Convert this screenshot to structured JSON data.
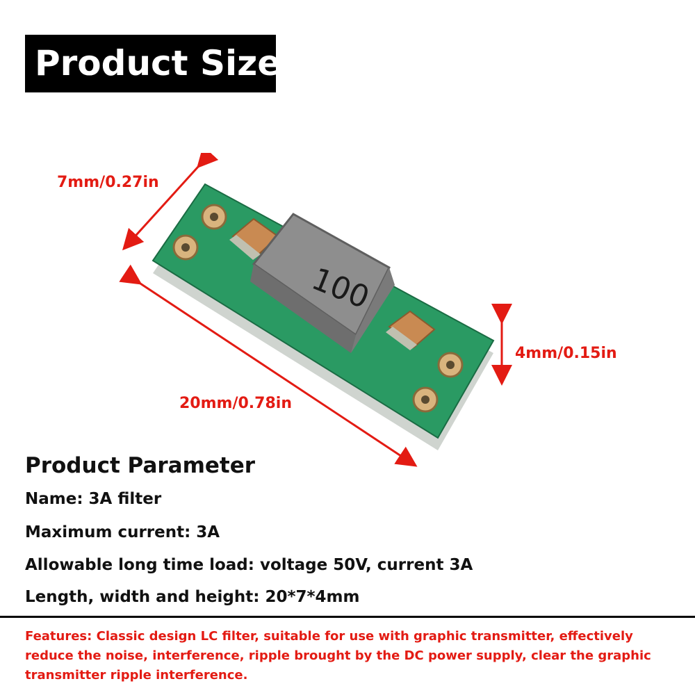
{
  "title": "Product Size",
  "dimensions": {
    "width": "7mm/0.27in",
    "length": "20mm/0.78in",
    "height": "4mm/0.15in"
  },
  "inductor_marking": "100",
  "parameters": {
    "heading": "Product Parameter",
    "lines": [
      "Name: 3A filter",
      "Maximum current: 3A",
      "Allowable long time load: voltage 50V, current 3A",
      "Length, width and height: 20*7*4mm"
    ]
  },
  "features": "Features: Classic design LC filter, suitable for use with graphic transmitter, effectively reduce the noise, interference, ripple brought by the DC power supply, clear the graphic transmitter ripple interference.",
  "colors": {
    "accent_red": "#e31b13",
    "pcb_green": "#1f8a57",
    "title_bg": "#000000"
  }
}
